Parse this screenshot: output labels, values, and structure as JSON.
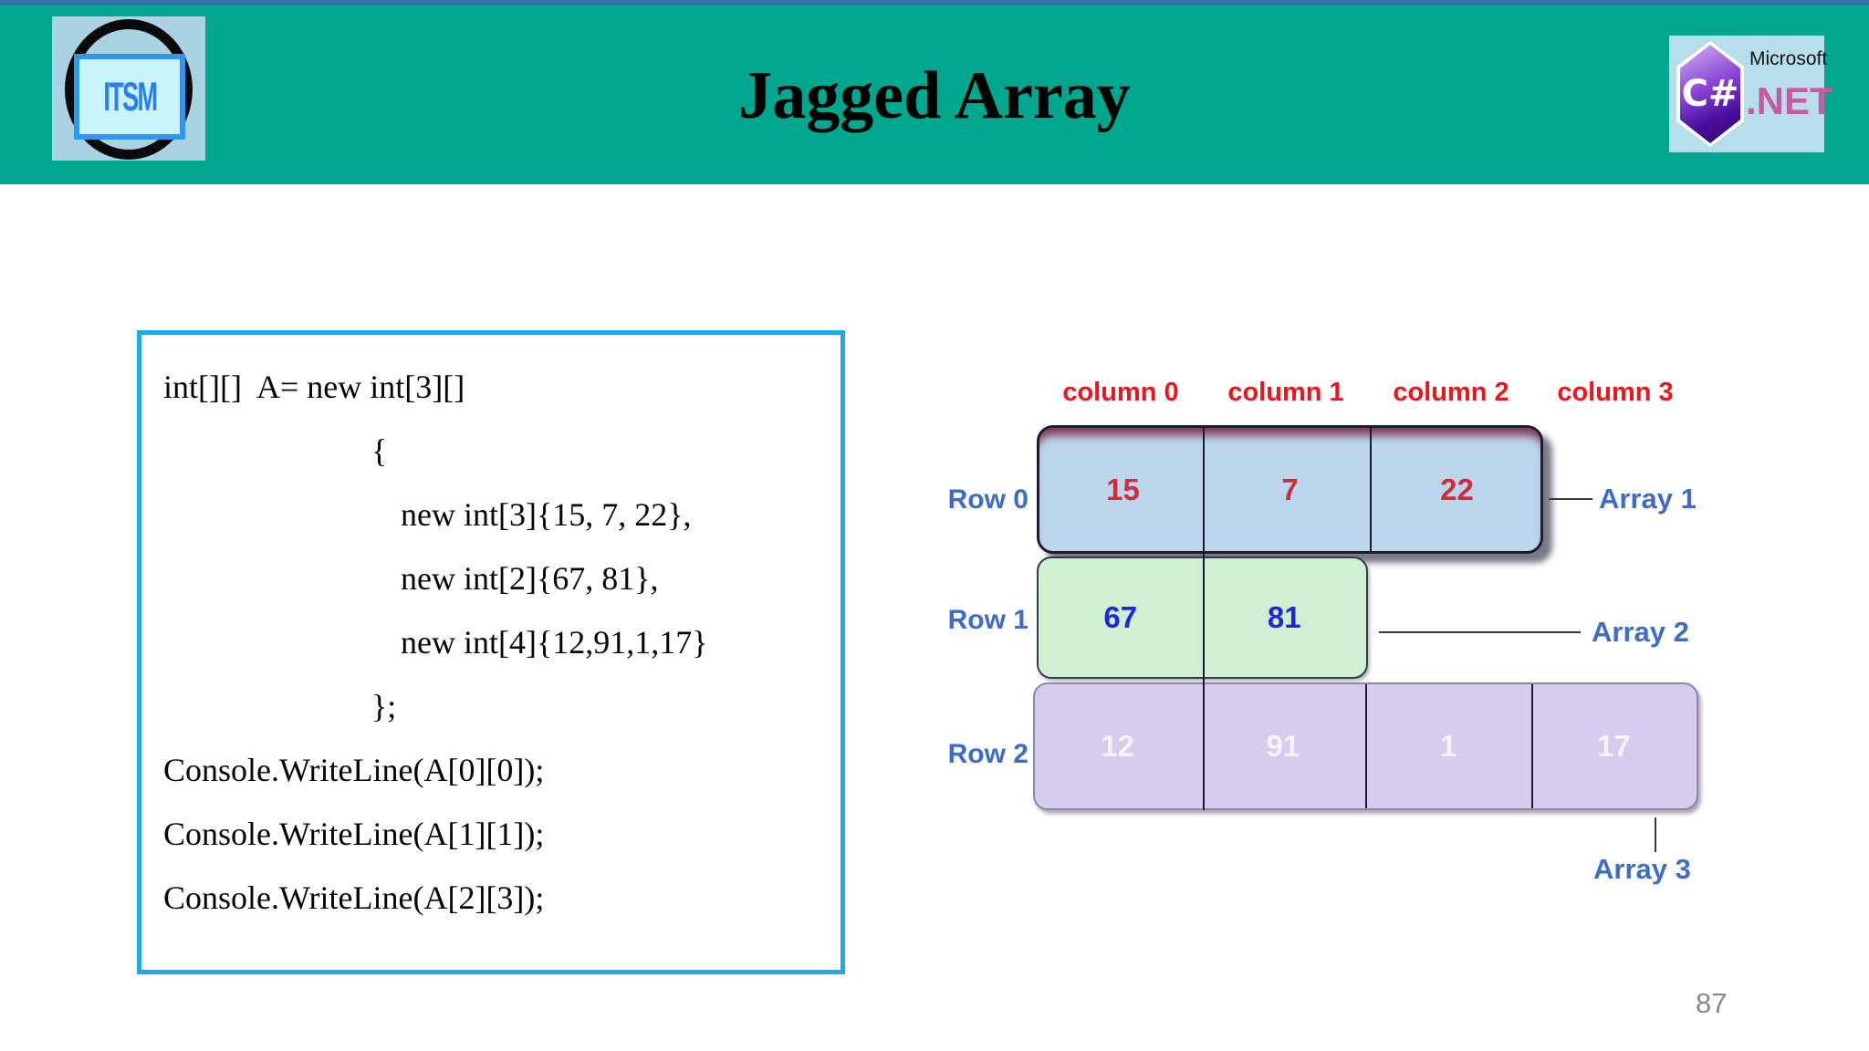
{
  "slide": {
    "title": "Jagged Array",
    "page_number": "87"
  },
  "logos": {
    "itsm": "ITSM",
    "dotnet": {
      "csharp": "C#",
      "microsoft": "Microsoft",
      "net": ".NET"
    }
  },
  "code": {
    "lines": [
      "int[][]  A= new int[3][]",
      "{",
      "new int[3]{15, 7, 22},",
      "new int[2]{67, 81},",
      "new int[4]{12,91,1,17}",
      "};",
      "Console.WriteLine(A[0][0]);",
      "Console.WriteLine(A[1][1]);",
      "Console.WriteLine(A[2][3]);"
    ]
  },
  "diagram": {
    "column_headers": [
      "column 0",
      "column 1",
      "column 2",
      "column 3"
    ],
    "rows": [
      {
        "label": "Row 0",
        "values": [
          "15",
          "7",
          "22"
        ],
        "array_label": "Array 1"
      },
      {
        "label": "Row 1",
        "values": [
          "67",
          "81"
        ],
        "array_label": "Array 2"
      },
      {
        "label": "Row 2",
        "values": [
          "12",
          "91",
          "1",
          "17"
        ],
        "array_label": "Array 3"
      }
    ]
  },
  "colors": {
    "header_teal": "#00A78E",
    "top_strip_blue": "#2F74A8",
    "code_border_cyan": "#20A9E8",
    "column_header_red": "#EA161D",
    "row0_fill_blue": "#BCD7EC",
    "row0_value_red": "#D02C3E",
    "row1_fill_green": "#CFF0D2",
    "row1_value_blue": "#2424DE",
    "row2_fill_purple": "#D8CCEE",
    "row2_value_white": "#F5F2FA",
    "label_blue": "#3E6CC6",
    "net_logo_purple": "#C75AA4"
  }
}
